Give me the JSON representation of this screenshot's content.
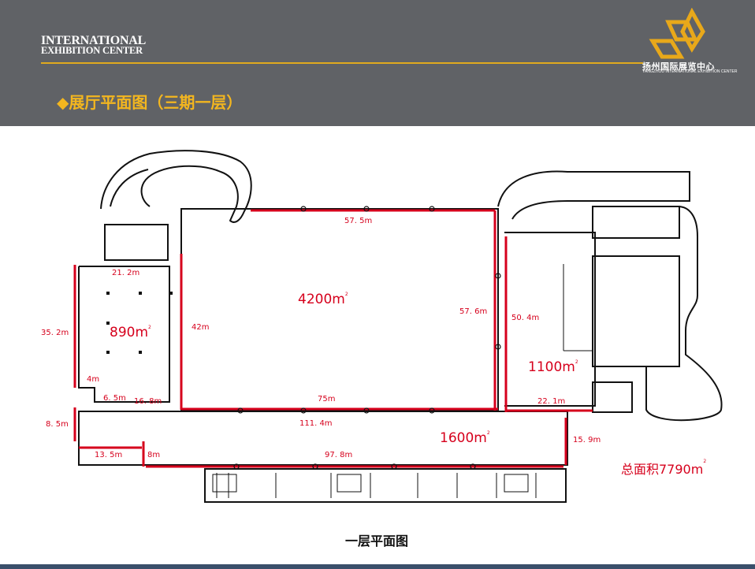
{
  "header": {
    "brand_line1": "INTERNATIONAL",
    "brand_line2": "EXHIBITION CENTER",
    "section_title": "◆展厅平面图（三期一层）",
    "logo_cn": "扬州国际展览中心",
    "logo_en": "YANGZHOU INTERNATIONAL EXHIBITION CENTER"
  },
  "plan": {
    "caption": "一层平面图",
    "total_area": "总面积7790m",
    "total_sup": "2",
    "areas": [
      {
        "value": "4200m",
        "sup": "2"
      },
      {
        "value": "890m",
        "sup": "2"
      },
      {
        "value": "1100m",
        "sup": "2"
      },
      {
        "value": "1600m",
        "sup": "2"
      }
    ],
    "dimensions": [
      "57. 5m",
      "21. 2m",
      "35. 2m",
      "42m",
      "57. 6m",
      "50. 4m",
      "4m",
      "6. 5m",
      "16. 8m",
      "75m",
      "22. 1m",
      "8. 5m",
      "111. 4m",
      "13. 5m",
      "8m",
      "97. 8m",
      "15. 9m"
    ]
  },
  "colors": {
    "accent_gold": "#f3b61f",
    "dimension_red": "#d6001c",
    "header_gray": "#606266"
  }
}
